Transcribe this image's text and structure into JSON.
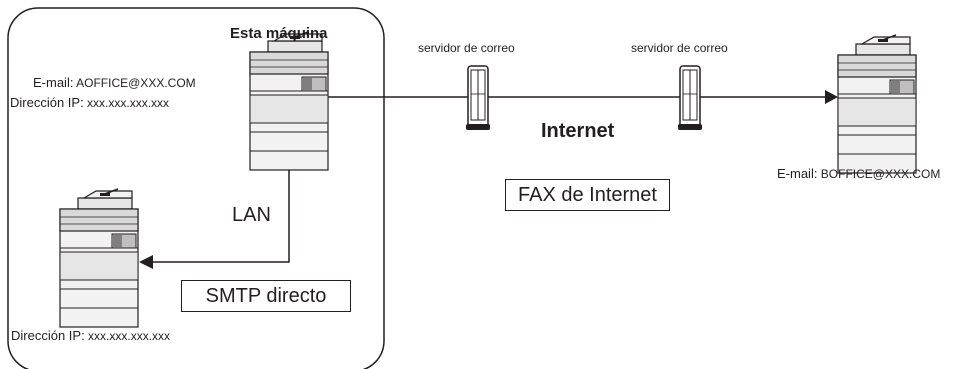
{
  "this_machine": {
    "title": "Esta máquina",
    "email_prefix": "E-mail:",
    "email_value": "AOFFICE@XXX.COM",
    "ip_prefix": "Dirección IP:",
    "ip_value": "xxx.xxx.xxx.xxx"
  },
  "lan_label": "LAN",
  "smtp_label": "SMTP directo",
  "local_device": {
    "ip_prefix": "Dirección IP:",
    "ip_value": "xxx.xxx.xxx.xxx"
  },
  "mail_server_left": {
    "label": "servidor de correo"
  },
  "mail_server_right": {
    "label": "servidor de correo"
  },
  "internet_label": "Internet",
  "internet_fax_label": "FAX de Internet",
  "remote_device": {
    "email_prefix": "E-mail:",
    "email_value": "BOFFICE@XXX.COM"
  },
  "icons": [
    "mfp-printer-icon",
    "mail-server-icon",
    "arrow-head-icon"
  ],
  "colors": {
    "line": "#231f20",
    "fill_light": "#f2f2f2",
    "fill_mid": "#d9d9d9",
    "fill_dark": "#bfbfbf"
  }
}
